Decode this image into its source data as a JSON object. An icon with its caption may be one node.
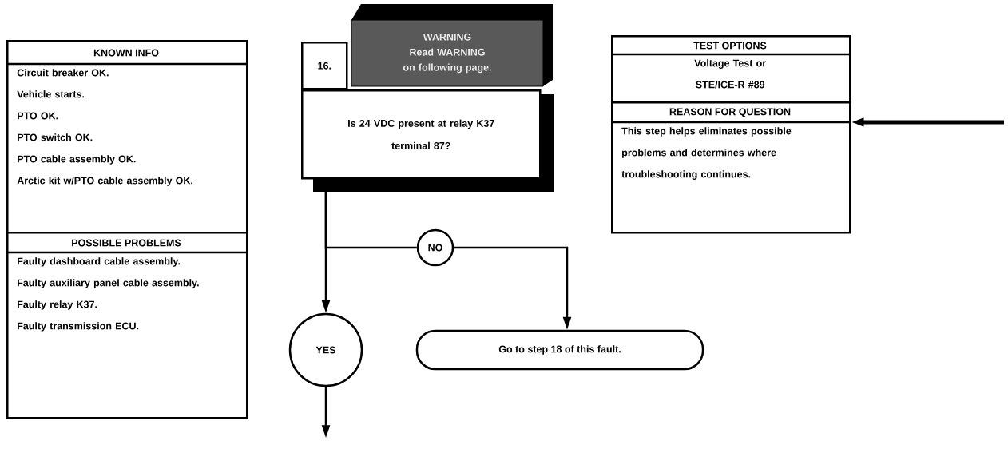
{
  "diagram": {
    "nodes": [
      {
        "text": [
          "KNOWN INFO",
          "Circuit breaker OK.",
          "Vehicle starts.",
          "PTO OK.",
          "PTO switch OK.",
          "PTO cable assembly OK.",
          "Arctic kit w/PTO cable assembly OK."
        ]
      },
      {
        "text": [
          "POSSIBLE PROBLEMS",
          "Faulty dashboard cable assembly.",
          "Faulty auxiliary panel cable assembly.",
          "Faulty relay K37.",
          "Faulty transmission ECU."
        ]
      },
      {
        "text": [
          "WARNING",
          "Read WARNING on following page."
        ]
      },
      {
        "text": [
          "16.",
          "Is 24 VDC present at relay K37 terminal 87?"
        ]
      },
      {
        "text": [
          "TEST OPTIONS",
          "Voltage Test or STE/ICE-R #89"
        ]
      },
      {
        "text": [
          "REASON FOR QUESTION",
          "This step helps eliminates possible problems and determines where troubleshooting continues."
        ]
      },
      {
        "text": [
          "NO"
        ]
      },
      {
        "text": [
          "YES"
        ]
      },
      {
        "text": [
          "Go to step 18 of this fault."
        ]
      }
    ],
    "edges": [
      {
        "from": 3,
        "to": 7,
        "arrow": "to"
      },
      {
        "from": 3,
        "to": 6,
        "arrow": "none"
      },
      {
        "from": 6,
        "to": 8,
        "arrow": "to"
      },
      {
        "from": 7,
        "to": null,
        "arrow": "to"
      },
      {
        "from": null,
        "to": 5,
        "arrow": "to",
        "style": "thick"
      }
    ]
  }
}
